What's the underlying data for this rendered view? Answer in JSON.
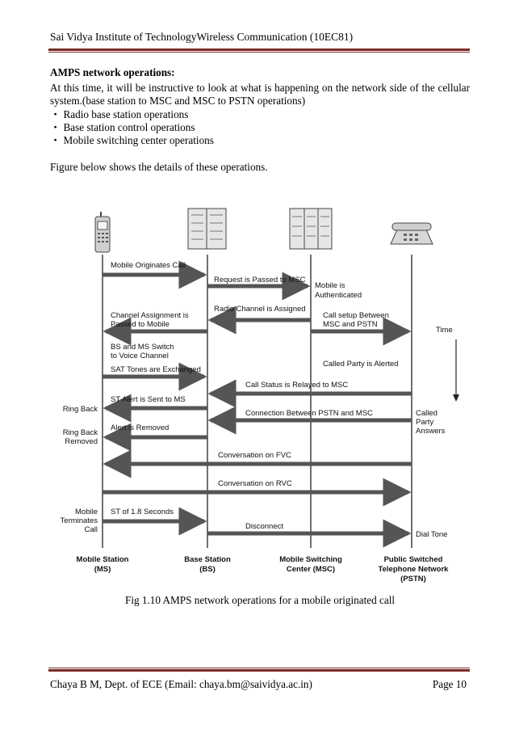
{
  "header": {
    "title": "Sai Vidya Institute of TechnologyWireless Communication (10EC81)"
  },
  "section": {
    "heading": "AMPS network operations:",
    "intro": "At this time, it will be instructive to look at what is happening on the network side of the cellular system.(base station to MSC and MSC to PSTN operations)",
    "bullets": [
      "・ Radio base station operations",
      "・ Base station control operations",
      "・ Mobile switching center operations"
    ],
    "figure_intro": "Figure below shows the details of these operations."
  },
  "figure": {
    "entities": [
      {
        "name": "Mobile Station",
        "abbr": "(MS)"
      },
      {
        "name": "Base Station",
        "abbr": "(BS)"
      },
      {
        "name": "Mobile Switching",
        "name2": "Center (MSC)"
      },
      {
        "name": "Public Switched",
        "name2": "Telephone Network",
        "abbr": "(PSTN)"
      }
    ],
    "messages": {
      "m1": "Mobile Originates Call",
      "m2": "Request is Passed to MSC",
      "m3a": "Mobile is",
      "m3b": "Authenticated",
      "m4": "Radio Channel is Assigned",
      "m5a": "Channel Assignment is",
      "m5b": "Passed to Mobile",
      "m6a": "Call setup Between",
      "m6b": "MSC and PSTN",
      "m7a": "BS and MS Switch",
      "m7b": "to Voice Channel",
      "m8": "Called Party is Alerted",
      "m9": "SAT Tones are Exchanged",
      "m10": "Call Status is Relayed to MSC",
      "m11": "ST Alert is Sent to MS",
      "m12": "Connection Between PSTN and MSC",
      "m13": "Alert is Removed",
      "m14": "Conversation on FVC",
      "m15": "Conversation on RVC",
      "m16": "ST of 1.8 Seconds",
      "m17": "Disconnect"
    },
    "side_labels": {
      "time": "Time",
      "ring_back": "Ring Back",
      "ring_back_removed_1": "Ring Back",
      "ring_back_removed_2": "Removed",
      "mobile_terminates_1": "Mobile",
      "mobile_terminates_2": "Terminates",
      "mobile_terminates_3": "Call",
      "called_party_1": "Called",
      "called_party_2": "Party",
      "called_party_3": "Answers",
      "dial_tone": "Dial Tone"
    },
    "caption": "Fig 1.10 AMPS network operations for a mobile originated call"
  },
  "footer": {
    "left": "Chaya B M, Dept. of ECE (Email: chaya.bm@saividya.ac.in)",
    "right": "Page 10"
  }
}
